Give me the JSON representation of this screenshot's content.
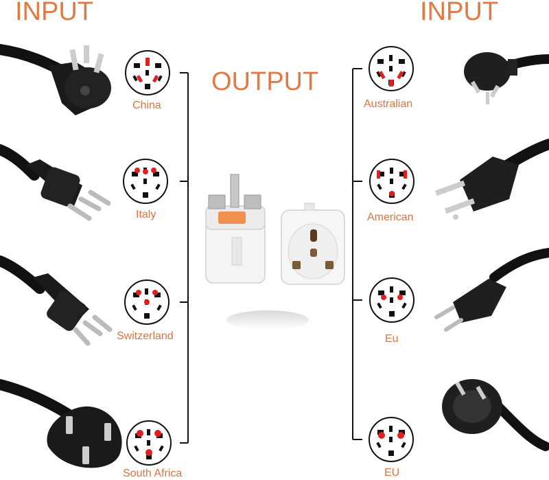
{
  "headings": {
    "input_left": "INPUT",
    "input_right": "INPUT",
    "output": "OUTPUT"
  },
  "left_plugs": [
    {
      "label": "China",
      "icon": "china-plug-icon"
    },
    {
      "label": "Italy",
      "icon": "italy-plug-icon"
    },
    {
      "label": "Switzerland",
      "icon": "switzerland-plug-icon"
    },
    {
      "label": "South Africa",
      "icon": "south-africa-plug-icon"
    }
  ],
  "right_plugs": [
    {
      "label": "Australian",
      "icon": "australian-plug-icon"
    },
    {
      "label": "American",
      "icon": "american-plug-icon"
    },
    {
      "label": "Eu",
      "icon": "eu-plug-icon"
    },
    {
      "label": "EU",
      "icon": "schuko-plug-icon"
    }
  ],
  "colors": {
    "accent": "#e07a45",
    "pin_red": "#e02020",
    "pin_black": "#111111",
    "cable": "#111111"
  }
}
